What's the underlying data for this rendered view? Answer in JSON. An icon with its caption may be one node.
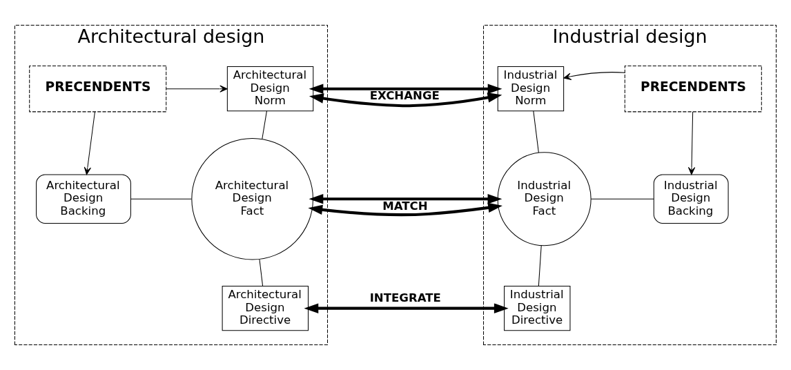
{
  "diagram": {
    "nodes": [
      {
        "text": [
          "Architectural design"
        ]
      },
      {
        "text": [
          "PRECENDENTS"
        ],
        "in": 0
      },
      {
        "text": [
          "Architectural Design Norm"
        ],
        "in": 0
      },
      {
        "text": [
          "Architectural Design Backing"
        ],
        "in": 0
      },
      {
        "text": [
          "Architectural Design Fact"
        ],
        "in": 0
      },
      {
        "text": [
          "Architectural Design Directive"
        ],
        "in": 0
      },
      {
        "text": [
          "Industrial design"
        ]
      },
      {
        "text": [
          "Industrial Design Norm"
        ],
        "in": 6
      },
      {
        "text": [
          "PRECENDENTS"
        ],
        "in": 6
      },
      {
        "text": [
          "Industrial Design Fact"
        ],
        "in": 6
      },
      {
        "text": [
          "Industrial Design Backing"
        ],
        "in": 6
      },
      {
        "text": [
          "Industrial Design Directive"
        ],
        "in": 6
      }
    ],
    "edges": [
      {
        "from": 1,
        "to": 2,
        "arrow": "to"
      },
      {
        "from": 1,
        "to": 3,
        "arrow": "to"
      },
      {
        "from": 2,
        "to": 4,
        "arrow": "none"
      },
      {
        "from": 3,
        "to": 4,
        "arrow": "none"
      },
      {
        "from": 4,
        "to": 5,
        "arrow": "none"
      },
      {
        "from": 2,
        "to": 7,
        "arrow": "both",
        "label": "EXCHANGE",
        "style": "thick"
      },
      {
        "from": 4,
        "to": 9,
        "arrow": "both",
        "label": "MATCH",
        "style": "thick"
      },
      {
        "from": 5,
        "to": 11,
        "arrow": "both",
        "label": "INTEGRATE",
        "style": "thick"
      },
      {
        "from": 8,
        "to": 7,
        "arrow": "to"
      },
      {
        "from": 8,
        "to": 10,
        "arrow": "to"
      },
      {
        "from": 7,
        "to": 9,
        "arrow": "none"
      },
      {
        "from": 9,
        "to": 10,
        "arrow": "none"
      },
      {
        "from": 9,
        "to": 11,
        "arrow": "none"
      }
    ]
  }
}
